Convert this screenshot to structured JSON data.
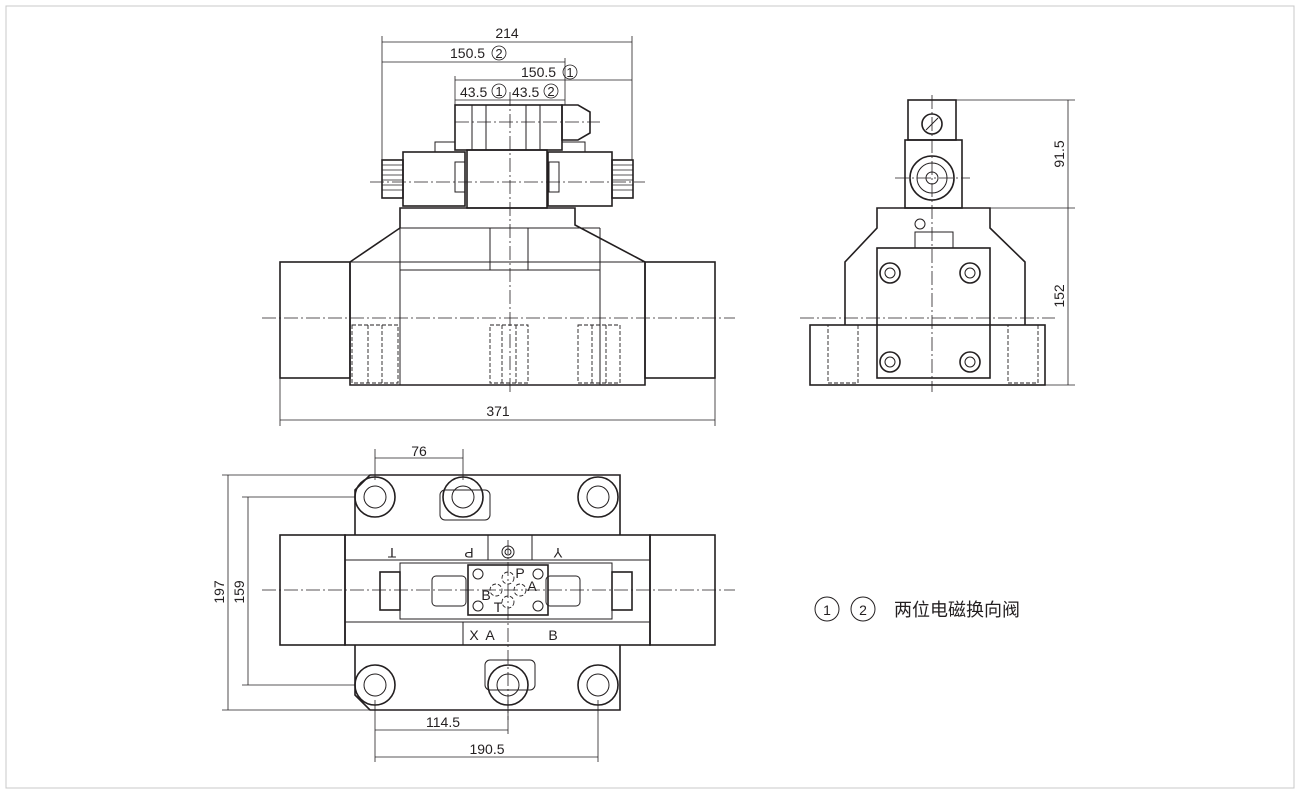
{
  "drawing": {
    "front_view": {
      "dims": {
        "overall_width": "214",
        "solenoid_2": "150.5",
        "solenoid_1": "150.5",
        "left_43": "43.5",
        "right_43": "43.5",
        "body_length": "371"
      },
      "markers": {
        "m1a": "1",
        "m2a": "2",
        "m1b": "1",
        "m2b": "2"
      }
    },
    "side_view": {
      "dims": {
        "solenoid_height": "91.5",
        "body_height": "152"
      }
    },
    "bottom_view": {
      "dims": {
        "bolt_pitch": "76",
        "flange_height": "197",
        "bolt_span_v": "159",
        "x_114": "114.5",
        "x_190": "190.5"
      },
      "ports_top": {
        "t": "T",
        "p": "P",
        "y": "Y"
      },
      "ports_bottom": {
        "x": "X",
        "a": "A",
        "b": "B"
      },
      "pilot_ports": {
        "p": "P",
        "a": "A",
        "b": "B",
        "t": "T"
      }
    },
    "legend": {
      "marker1": "1",
      "marker2": "2",
      "text": "两位电磁换向阀"
    }
  }
}
